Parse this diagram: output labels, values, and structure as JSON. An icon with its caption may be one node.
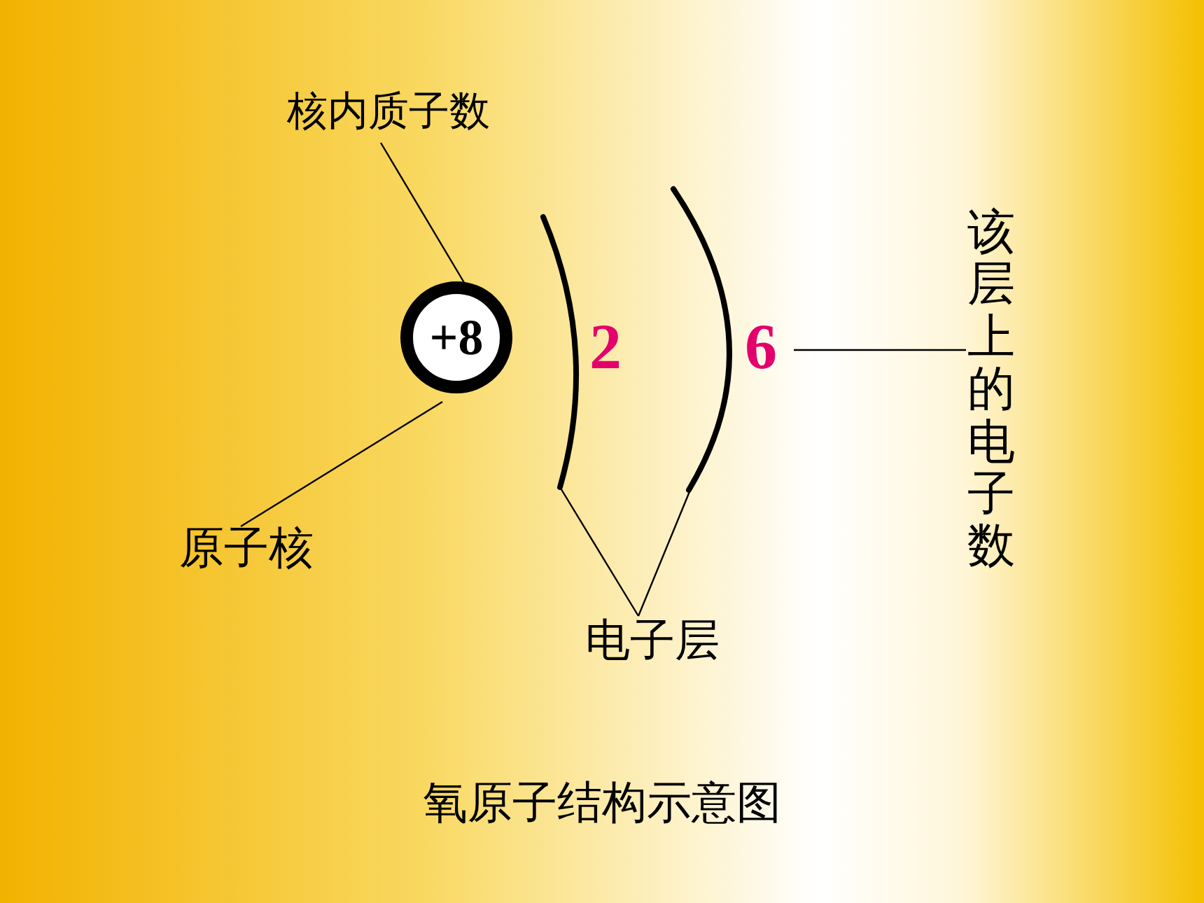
{
  "diagram": {
    "caption": "氧原子结构示意图",
    "nodes": [
      {
        "text": [
          "核内质子数"
        ]
      },
      {
        "text": [
          "+8"
        ]
      },
      {
        "text": [
          "6"
        ]
      },
      {
        "text": [
          "该层上的电子数"
        ]
      },
      {
        "text": [
          "原子核"
        ]
      },
      {
        "text": [
          "电子层"
        ]
      },
      {
        "text": [],
        "shape": "arc"
      },
      {
        "text": [],
        "shape": "arc"
      }
    ],
    "edges": [
      {
        "from": 0,
        "to": 1,
        "arrow": "none"
      },
      {
        "from": 4,
        "to": 1,
        "arrow": "none"
      },
      {
        "from": 3,
        "to": 2,
        "arrow": "none"
      },
      {
        "from": 5,
        "to": 6,
        "arrow": "none"
      },
      {
        "from": 5,
        "to": 7,
        "arrow": "none"
      }
    ],
    "labels": [
      "2"
    ]
  }
}
